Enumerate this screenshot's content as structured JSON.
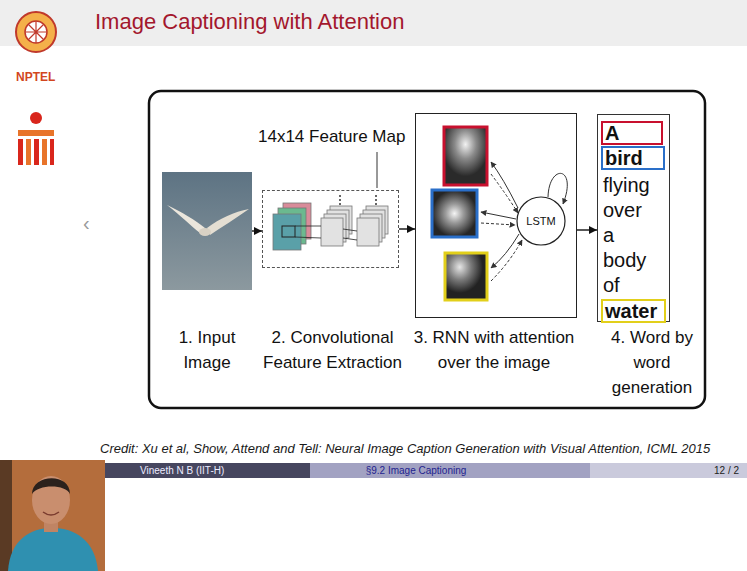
{
  "diagram": {
    "title": "Image Captioning with Attention",
    "caption": "Credit: Xu et al, Show, Attend and Tell: Neural Image Caption Generation with Visual Attention, ICML 2015",
    "nodes": [
      {
        "text": [
          "1. Input Image"
        ]
      },
      {
        "text": [
          "2. Convolutional Feature Extraction"
        ]
      },
      {
        "text": [
          "3. RNN with attention over the image"
        ]
      },
      {
        "text": [
          "LSTM"
        ],
        "in": 2
      },
      {
        "text": [
          "flying",
          "over",
          "a",
          "body",
          "of",
          "4. Word by word generation"
        ]
      },
      {
        "text": [
          "A"
        ],
        "in": 4
      },
      {
        "text": [
          "bird"
        ],
        "in": 4
      },
      {
        "text": [
          "water"
        ],
        "in": 4
      }
    ],
    "edges": [
      {
        "from": 0,
        "to": 1,
        "arrow": "to"
      },
      {
        "from": 1,
        "to": 2,
        "arrow": "to"
      },
      {
        "from": 2,
        "to": 4,
        "arrow": "to"
      }
    ],
    "labels": [
      "NPTEL",
      "‹",
      "14x14 Feature Map",
      "Vineeth N B (IIT-H)",
      "§9.2 Image Captioning",
      "12 / 2"
    ]
  }
}
